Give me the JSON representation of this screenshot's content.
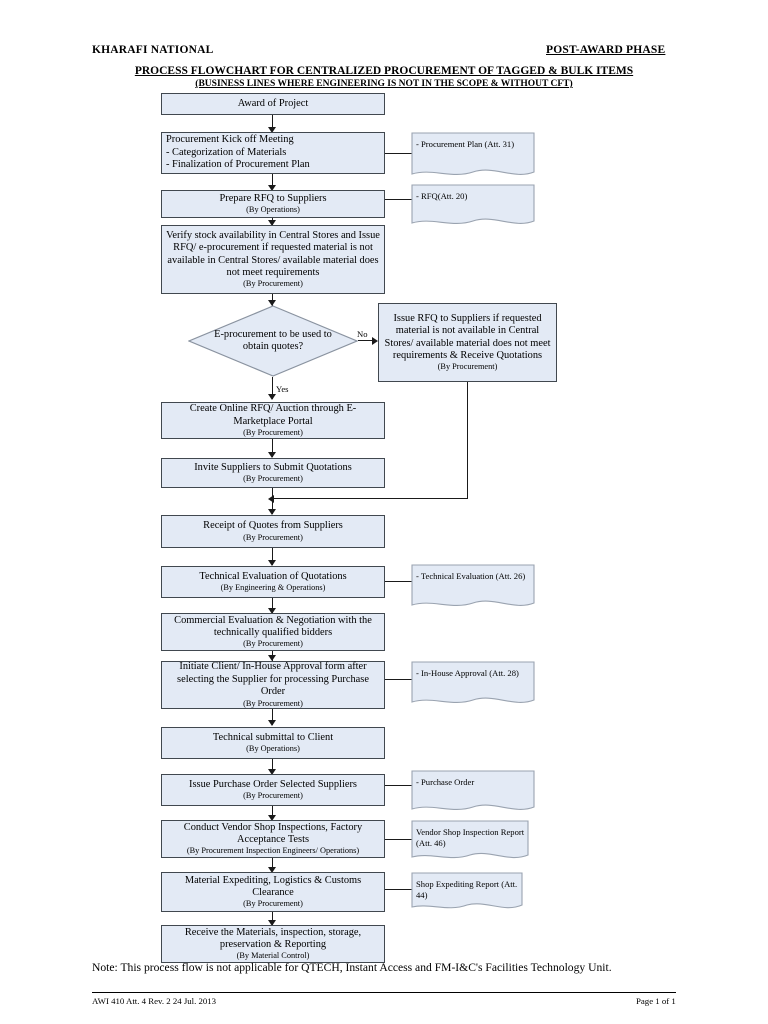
{
  "header": {
    "company": "KHARAFI NATIONAL",
    "phase": "POST-AWARD PHASE",
    "title_line1": "PROCESS FLOWCHART FOR CENTRALIZED PROCUREMENT OF TAGGED & BULK ITEMS",
    "title_line2": "(BUSINESS LINES WHERE ENGINEERING IS NOT IN THE SCOPE & WITHOUT CFT)"
  },
  "nodes": {
    "award": {
      "text": "Award of Project",
      "by": ""
    },
    "kickoff": {
      "line1": "Procurement Kick off Meeting",
      "line2": "- Categorization of Materials",
      "line3": "- Finalization of Procurement Plan"
    },
    "prepare_rfq": {
      "text": "Prepare RFQ to Suppliers",
      "by": "(By Operations)"
    },
    "verify_stock": {
      "text": "Verify stock availability in Central Stores and Issue RFQ/ e-procurement if requested material is not available in Central Stores/ available material does not meet requirements",
      "by": "(By Procurement)"
    },
    "decision": {
      "line1": "E-procurement to be used to",
      "line2": "obtain quotes?"
    },
    "issue_rfq_manual": {
      "text": "Issue RFQ to Suppliers if requested material is not available in Central Stores/ available material does not meet requirements & Receive Quotations",
      "by": "(By Procurement)"
    },
    "create_online": {
      "line1": "Create Online RFQ/ Auction through E-",
      "line2": "Marketplace Portal",
      "by": "(By Procurement)"
    },
    "invite": {
      "text": "Invite Suppliers to Submit Quotations",
      "by": "(By Procurement)"
    },
    "receipt": {
      "text": "Receipt of Quotes from Suppliers",
      "by": "(By Procurement)"
    },
    "tech_eval": {
      "text": "Technical Evaluation of Quotations",
      "by": "(By Engineering & Operations)"
    },
    "comm_eval": {
      "line1": "Commercial Evaluation & Negotiation with the",
      "line2": "technically qualified bidders",
      "by": "(By Procurement)"
    },
    "approval": {
      "line1": "Initiate Client/ In-House Approval form after",
      "line2": "selecting the Supplier for processing Purchase",
      "line3": "Order",
      "by": "(By Procurement)"
    },
    "submittal": {
      "text": "Technical submittal to Client",
      "by": "(By Operations)"
    },
    "issue_po": {
      "text": "Issue Purchase Order Selected Suppliers",
      "by": "(By Procurement)"
    },
    "inspections": {
      "line1": "Conduct Vendor Shop Inspections, Factory",
      "line2": "Acceptance Tests",
      "by": "(By Procurement Inspection Engineers/ Operations)"
    },
    "expediting": {
      "line1": "Material Expediting, Logistics & Customs",
      "line2": "Clearance",
      "by": "(By Procurement)"
    },
    "receive_materials": {
      "line1": "Receive the Materials, inspection, storage,",
      "line2": "preservation & Reporting",
      "by": "(By Material Control)"
    }
  },
  "documents": {
    "procurement_plan": "- Procurement Plan (Att. 31)",
    "rfq": "- RFQ(Att. 20)",
    "technical_evaluation": "- Technical Evaluation (Att. 26)",
    "inhouse_approval": "- In-House Approval (Att. 28)",
    "purchase_order": "- Purchase Order",
    "vendor_shop_inspection": "Vendor Shop Inspection Report (Att. 46)",
    "shop_expediting": "Shop Expediting Report (Att. 44)"
  },
  "edge_labels": {
    "no": "No",
    "yes": "Yes"
  },
  "note": "Note: This process flow is not applicable for QTECH, Instant Access and FM-I&C's Facilities Technology Unit.",
  "footer": {
    "left": "AWI 410 Att. 4 Rev. 2  24 Jul. 2013",
    "right": "Page 1 of 1"
  },
  "colors": {
    "box_fill": "#e3eaf5",
    "box_border": "#41484f",
    "doc_fill": "#e3eaf5",
    "line": "#1a1a1a"
  }
}
